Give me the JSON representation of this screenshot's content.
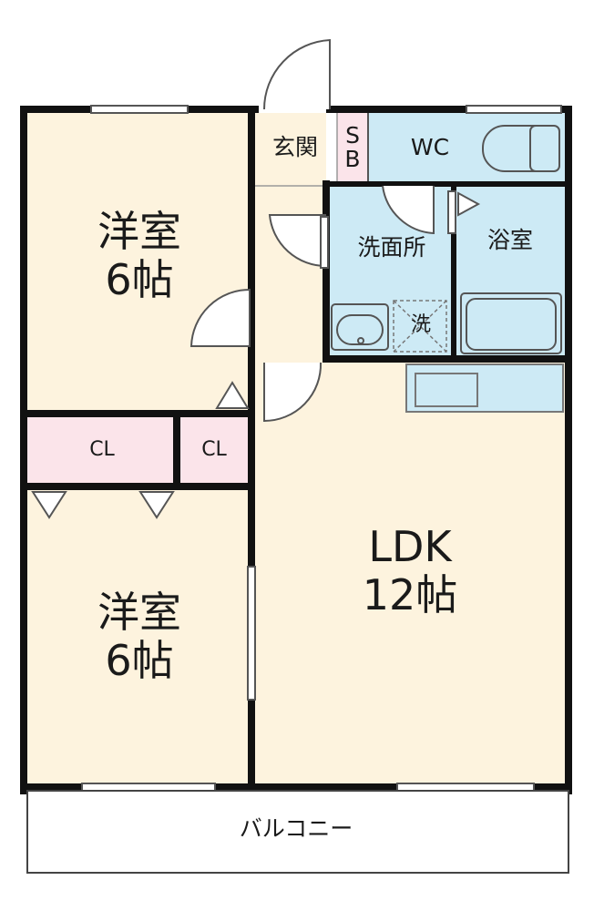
{
  "rooms": {
    "western_room_top": {
      "name": "洋室",
      "size": "6帖"
    },
    "western_room_bottom": {
      "name": "洋室",
      "size": "6帖"
    },
    "ldk": {
      "name": "LDK",
      "size": "12帖"
    },
    "entrance": "玄関",
    "shoe_box": {
      "line1": "S",
      "line2": "B"
    },
    "wc": "WC",
    "washroom": "洗面所",
    "laundry": "洗",
    "bathroom": "浴室",
    "closet_left": "CL",
    "closet_right": "CL",
    "balcony": "バルコニー"
  },
  "colors": {
    "wall": "#111111",
    "room_floor": "#fdf3de",
    "closet": "#fbe4ea",
    "wet_area": "#cdeaf5",
    "balcony": "#ffffff"
  }
}
